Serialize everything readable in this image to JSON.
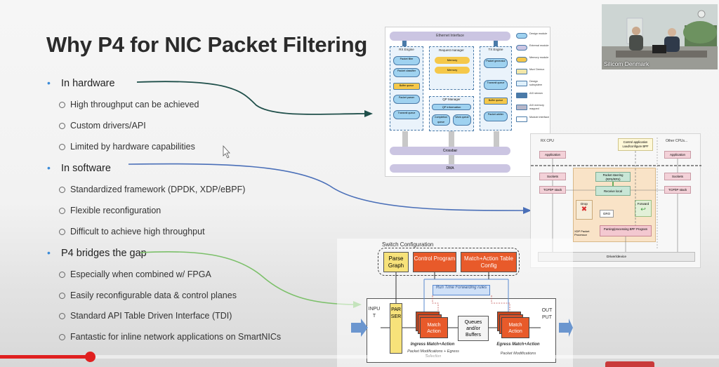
{
  "slide": {
    "title": "Why P4 for NIC Packet Filtering",
    "sections": [
      {
        "label": "In hardware",
        "items": [
          "High throughput can be achieved",
          "Custom drivers/API",
          "Limited by hardware capabilities"
        ]
      },
      {
        "label": "In software",
        "items": [
          "Standardized framework (DPDK, XDP/eBPF)",
          "Flexible reconfiguration",
          "Difficult to achieve high throughput"
        ]
      },
      {
        "label": "P4 bridges the gap",
        "items": [
          "Especially when combined w/ FPGA",
          "Easily reconfigurable data & control planes",
          "Standard API Table Driven Interface (TDI)",
          "Fantastic for inline network applications on SmartNICs"
        ]
      }
    ],
    "connector_colors": {
      "hardware": "#1f4f4a",
      "software": "#4a6fb8",
      "p4": "#7cc06a"
    }
  },
  "hw_diagram": {
    "ethernet": "Ethernet Interface",
    "rx": "RX Engine",
    "request": "Request manager",
    "tx": "TX Engine",
    "rx_boxes": [
      "Packet filter",
      "Packet classifier",
      "Buffer queue",
      "Packet parser",
      "Transmit queue"
    ],
    "req_boxes": [
      "Memory",
      "Memory"
    ],
    "qp": "QP Manager",
    "qp_boxes": [
      "QP information",
      "Completion queue",
      "Work queue"
    ],
    "tx_boxes": [
      "Packet generator",
      "Transmit queue",
      "Buffer queue",
      "Packet arbiter"
    ],
    "crossbar": "Crossbar",
    "dma": "DMA",
    "legend": [
      "Design module",
      "External module",
      "Memory module",
      "Mux/ Demux",
      "Design subsystem",
      "AXI stream",
      "AXI memory mapped",
      "Module interface"
    ]
  },
  "sw_diagram": {
    "rx_cpu": "RX CPU",
    "control": "Control application",
    "control_sub": "Load/configure BPF",
    "other": "Other CPUs...",
    "app_left": "Application",
    "app_right": "Application",
    "sockets_left": "Sockets",
    "sockets_right": "Sockets",
    "tcp_left": "TCP/IP stack",
    "tcp_right": "TCP/IP stack",
    "steering": "Packet steering (RPS/RFS)",
    "receive": "Receive local",
    "drop": "Drop",
    "gro": "GRO",
    "forward": "Forward",
    "parse": "Parsing/processing BPF Program",
    "xdp": "XDP Packet Processor",
    "driver": "Driver/device"
  },
  "p4_diagram": {
    "config": "Switch Configuration",
    "parse_graph": "Parse Graph",
    "control_program": "Control Program",
    "table_config": "Match+Action Table Config",
    "runtime": "Run Time Forwarding rules",
    "input": "INPUT",
    "parser": "PARSER",
    "match": "Match Action",
    "ingress": "Ingress Match+Action",
    "queues": "Queues and/or Buffers",
    "egress": "Egress Match+Action",
    "output": "OUTPUT",
    "mods_left": "Packet Modifications + Egress Selection",
    "mods_right": "Packet Modifications"
  },
  "video": {
    "caption": "Silicom Denmark",
    "progress": 0.125
  },
  "colors": {
    "bullet": "#3b8bd8",
    "accent_red": "#e02020",
    "p4_orange": "#e85a2a",
    "p4_yellow": "#f7e27a",
    "hw_blue": "#9fd2f0",
    "hw_purple": "#cbc5e2"
  }
}
